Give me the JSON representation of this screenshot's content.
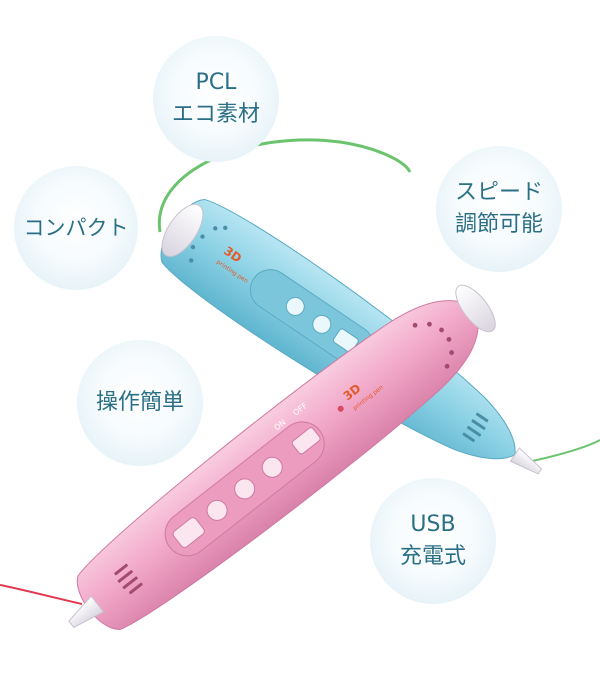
{
  "bubbles": {
    "pcl": {
      "line1": "PCL",
      "line2": "エコ素材"
    },
    "compact": {
      "line1": "コンパクト"
    },
    "speed": {
      "line1": "スピード",
      "line2": "調節可能"
    },
    "easy": {
      "line1": "操作簡単"
    },
    "usb": {
      "line1": "USB",
      "line2": "充電式"
    }
  },
  "pens": {
    "blue": {
      "logo_main": "3D",
      "logo_sub": "printing pen"
    },
    "pink": {
      "logo_main": "3D",
      "logo_sub": "printing pen",
      "switch_on": "ON",
      "switch_off": "OFF"
    }
  },
  "colors": {
    "blue_pen": "#8fd3e6",
    "pink_pen": "#f2a9c9",
    "green_filament": "#6cc36e",
    "red_filament": "#e2384f",
    "bubble_text": "#2b6f86"
  }
}
